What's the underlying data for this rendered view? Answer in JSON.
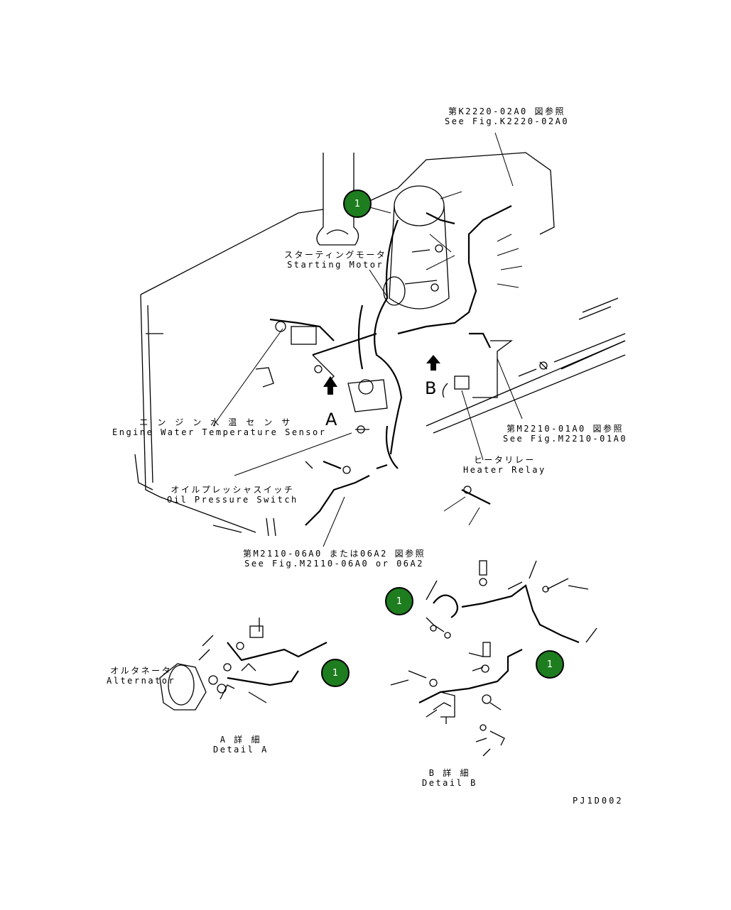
{
  "labels": {
    "fig_k2220": {
      "jp": "第K2220-02A0 図参照",
      "en": "See Fig.K2220-02A0"
    },
    "starting_motor": {
      "jp": "スターティングモータ",
      "en": "Starting Motor"
    },
    "water_temp_sensor": {
      "jp": "エンジン水温センサ",
      "en": "Engine Water Temperature Sensor"
    },
    "fig_m2210": {
      "jp": "第M2210-01A0 図参照",
      "en": "See Fig.M2210-01A0"
    },
    "heater_relay": {
      "jp": "ヒータリレー",
      "en": "Heater Relay"
    },
    "oil_pressure_switch": {
      "jp": "オイルプレッシャスイッチ",
      "en": "Oil Pressure Switch"
    },
    "fig_m2110": {
      "jp": "第M2110-06A0 または06A2 図参照",
      "en": "See Fig.M2110-06A0 or 06A2"
    },
    "alternator": {
      "jp": "オルタネータ",
      "en": "Alternator"
    },
    "detail_a": {
      "jp": "A 詳 細",
      "en": "Detail A"
    },
    "detail_b": {
      "jp": "B 詳 細",
      "en": "Detail B"
    }
  },
  "view_letters": {
    "a": "A",
    "b": "B"
  },
  "callouts": {
    "c1": "1",
    "c2": "1",
    "c3": "1",
    "c4": "1"
  },
  "drawing_code": "PJ1D002",
  "colors": {
    "callout_fill": "#1e7d1e",
    "line": "#000000"
  }
}
